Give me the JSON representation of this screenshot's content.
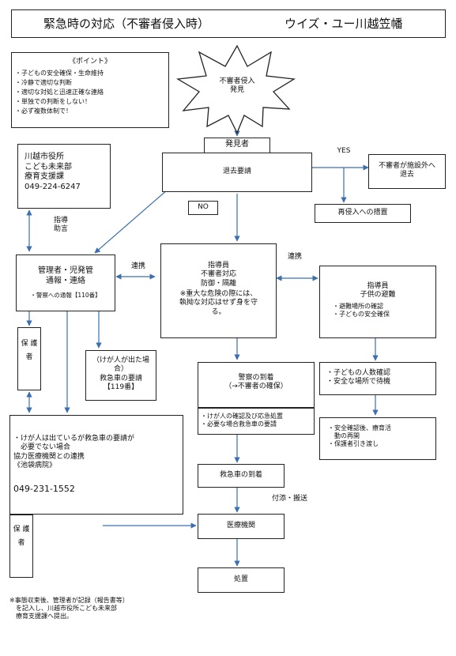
{
  "header": {
    "title": "緊急時の対応（不審者侵入時）",
    "facility": "ウイズ・ユー川越笠幡"
  },
  "points": {
    "heading": "《ポイント》",
    "items": [
      "・子どもの安全確保・生命維持",
      "・冷静で適切な判断",
      "・適切な対処と迅速正確な連絡",
      "・単独での判断をしない！",
      "・必ず複数体制で！"
    ]
  },
  "burst": {
    "label": "不審者侵入\n発見"
  },
  "discoverer": {
    "label": "発見者"
  },
  "exit_request": {
    "label": "退去要請"
  },
  "yes_label": "YES",
  "no_label": "NO",
  "left_outside": {
    "label": "不審者が施設外へ\n退去"
  },
  "re_entry": {
    "label": "再侵入への措置"
  },
  "city_office": {
    "lines": "川越市役所\nこども未来部\n療育支援課\n049-224-6247"
  },
  "guidance_label": "指導\n助言",
  "renkei_left": "連携",
  "renkei_right": "連携",
  "manager": {
    "main": "管理者・児発管\n通報・連絡",
    "sub": "・警察への通報【110番】"
  },
  "instructor_center": {
    "main": "指導員\n不審者対応\n防御・隔離",
    "note": "※重大な危険の際には、\n執拗な対応はせず身を守\nる。"
  },
  "instructor_right": {
    "main": "指導員\n子供の避難",
    "sub": "・避難場所の確認\n・子どもの安全確保"
  },
  "guardian_top": {
    "label": "保\n護\n者"
  },
  "guardian_bottom": {
    "label": "保\n護\n者"
  },
  "ambulance_call": {
    "label": "（けが人が出た場\n合）\n救急車の要請\n【119番】"
  },
  "police_arrival": {
    "label": "警察の到着\n（→不審者の確保）"
  },
  "injury_check": {
    "label": "・けが人の確認及び応急処置\n・必要な場合救急車の要請"
  },
  "headcount": {
    "label": "・子どもの人数確認\n・安全な場所で待機"
  },
  "after_safety": {
    "label": "・安全確認後、療育活\n　動の再開\n・保護者引き渡し"
  },
  "medical_coop": {
    "lines": "・けが人は出ているが救急車の要請が\n　必要でない場合\n協力医療機関との連携\n《池袋病院》",
    "phone": "049-231-1552"
  },
  "ambulance_arrival": {
    "label": "救急車の到着"
  },
  "escort_label": "付添・搬送",
  "medical_institution": {
    "label": "医療機関"
  },
  "treatment": {
    "label": "処置"
  },
  "footnote": "※事態収束後、管理者が記録（報告書等）\n　を記入し、川越市役所こども未来部\n　療育支援課へ提出。"
}
